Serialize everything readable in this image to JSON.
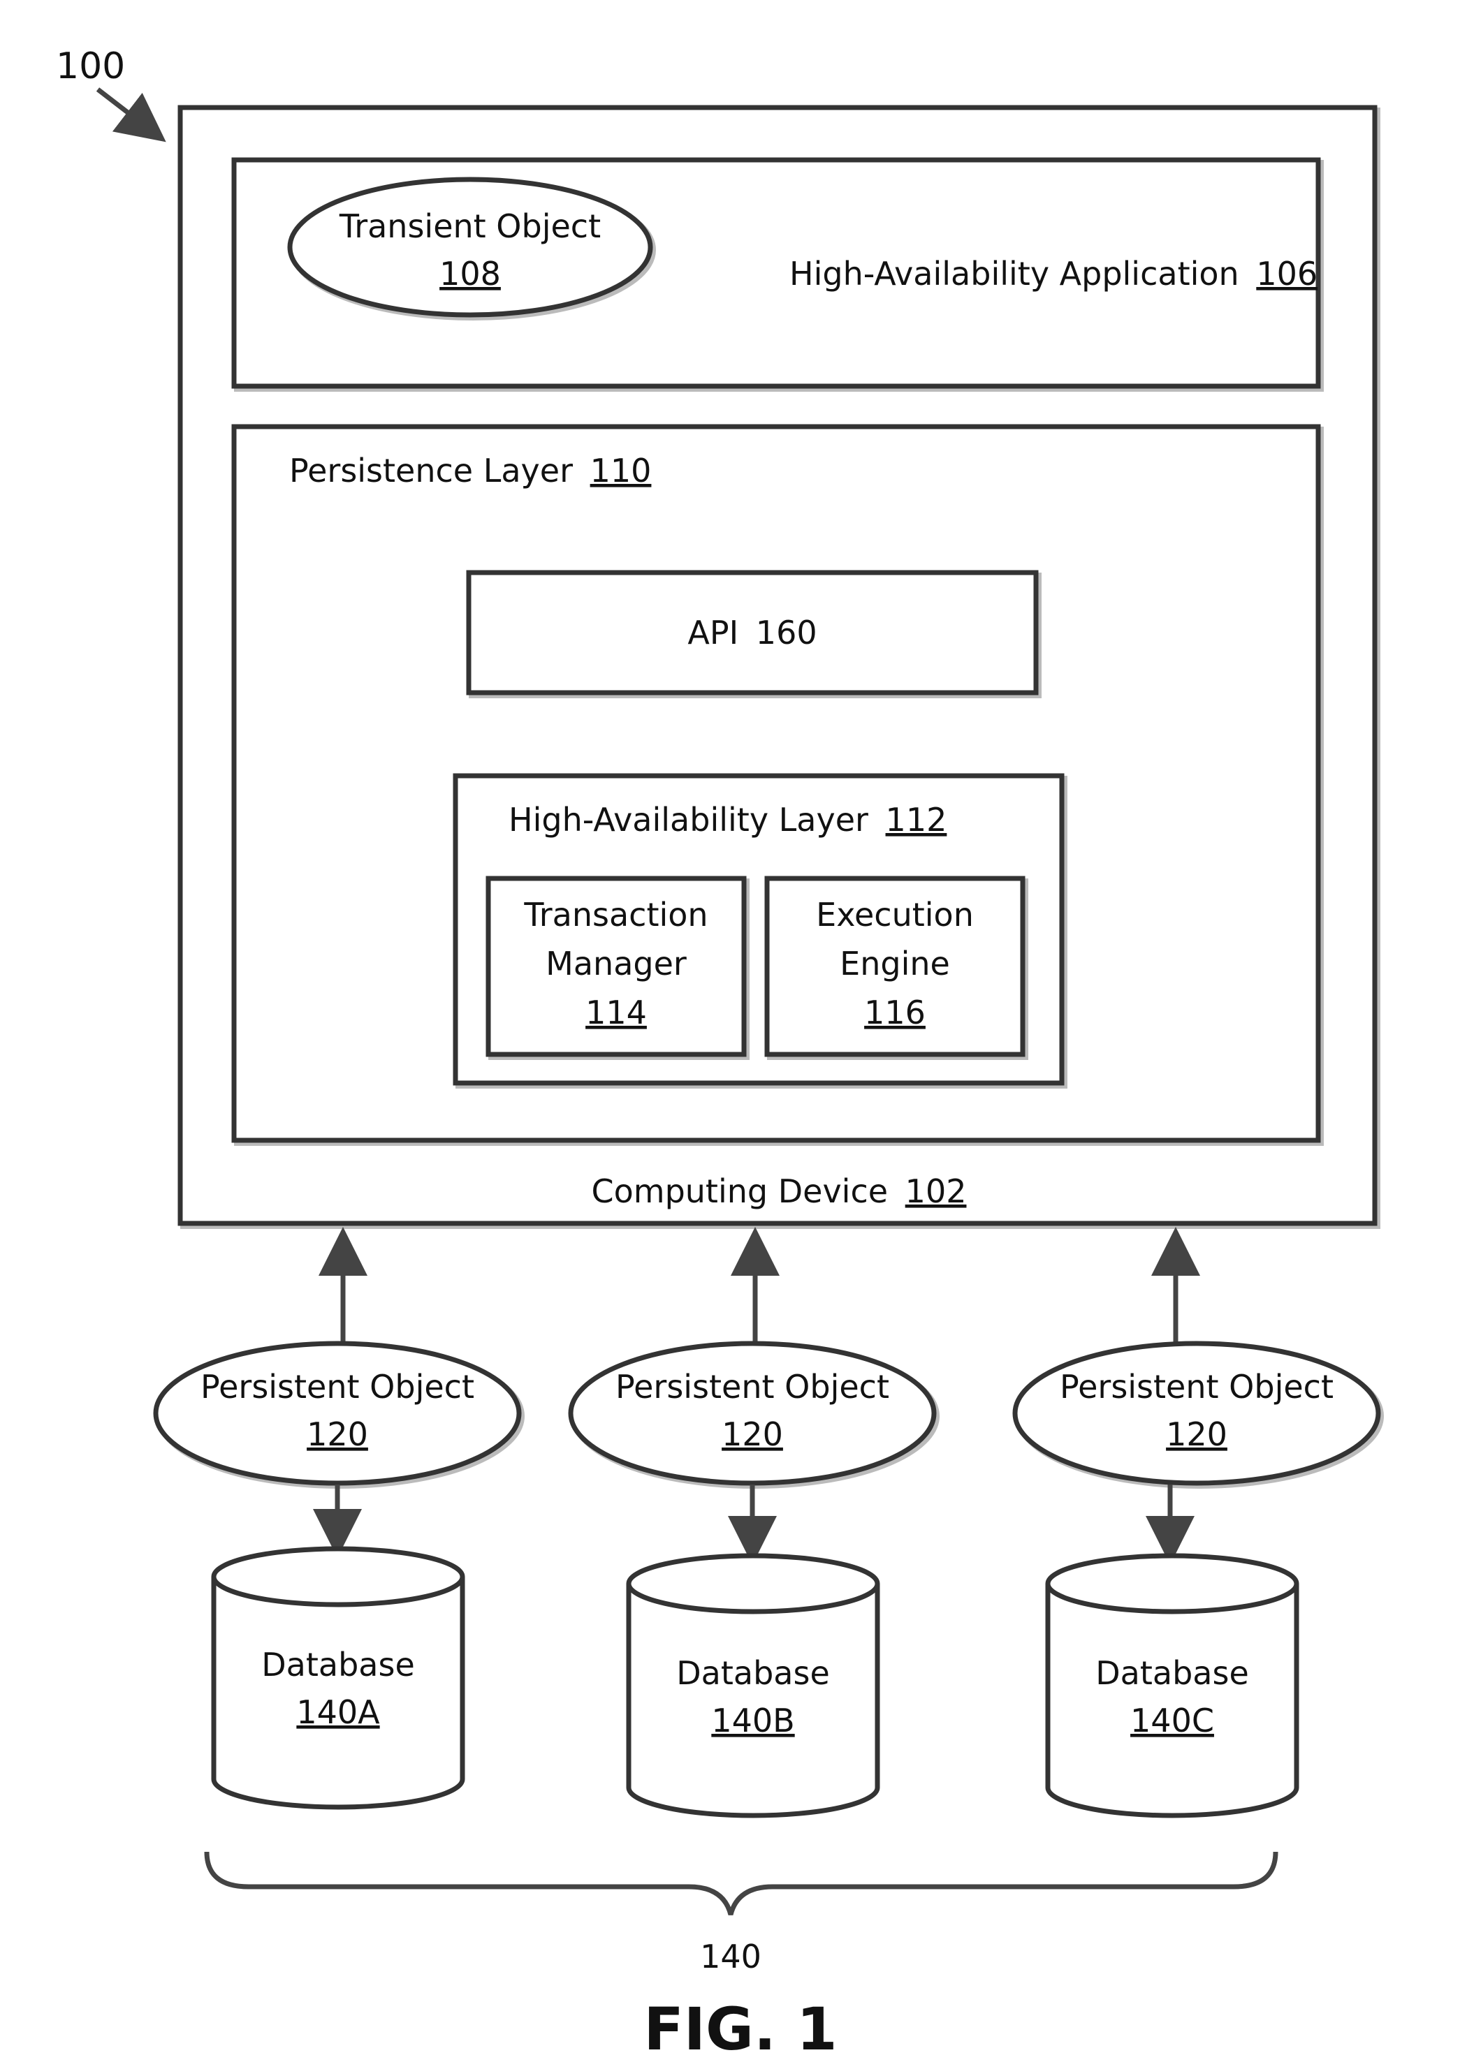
{
  "diagram": {
    "ref_main": "100",
    "device": {
      "label": "Computing Device",
      "ref": "102"
    },
    "application": {
      "label": "High-Availability Application",
      "ref": "106"
    },
    "transient_object": {
      "label": "Transient Object",
      "ref": "108"
    },
    "persistence_layer": {
      "label": "Persistence Layer",
      "ref": "110"
    },
    "api": {
      "label": "API",
      "ref": "160"
    },
    "ha_layer": {
      "label": "High-Availability Layer",
      "ref": "112"
    },
    "transaction_manager": {
      "line1": "Transaction",
      "line2": "Manager",
      "ref": "114"
    },
    "execution_engine": {
      "line1": "Execution",
      "line2": "Engine",
      "ref": "116"
    },
    "persistent_objects": [
      {
        "label": "Persistent Object",
        "ref": "120"
      },
      {
        "label": "Persistent Object",
        "ref": "120"
      },
      {
        "label": "Persistent Object",
        "ref": "120"
      }
    ],
    "databases": [
      {
        "label": "Database",
        "ref": "140A"
      },
      {
        "label": "Database",
        "ref": "140B"
      },
      {
        "label": "Database",
        "ref": "140C"
      }
    ],
    "database_group_ref": "140",
    "figure_label": "FIG. 1"
  }
}
